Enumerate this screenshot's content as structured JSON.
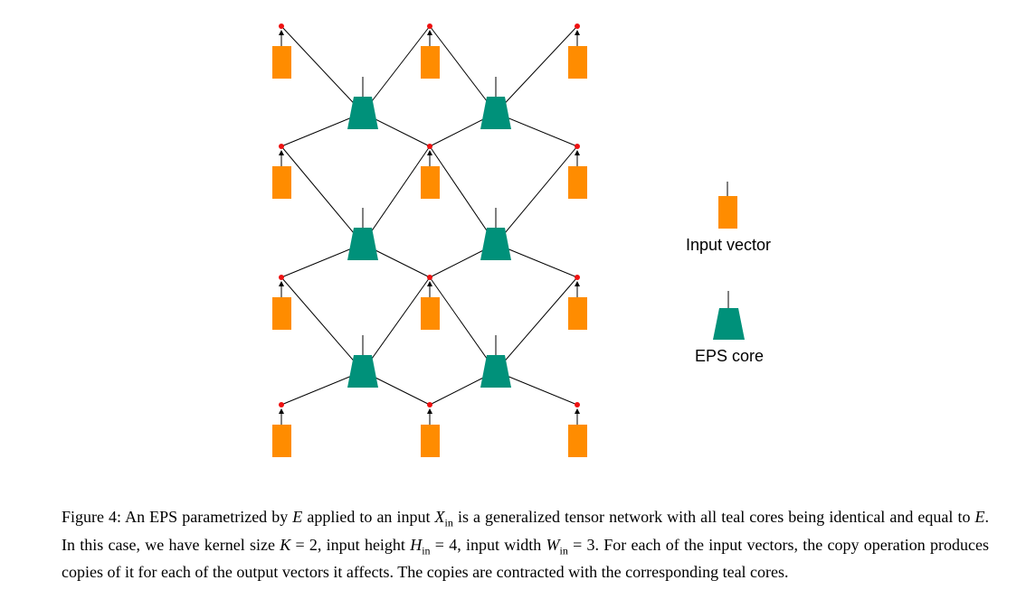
{
  "colors": {
    "input_vector": "#ff8c00",
    "eps_core": "#00917a",
    "copy_node": "#ee1111",
    "edge": "#000000"
  },
  "legend": {
    "input_vector_label": "Input vector",
    "eps_core_label": "EPS core"
  },
  "caption": {
    "figure_label": "Figure 4:",
    "line1": "An EPS parametrized by E applied to an input X",
    "text": "Figure 4: An EPS parametrized by E applied to an input X_in is a generalized tensor network with all teal cores being identical and equal to E. In this case, we have kernel size K = 2, input height H_in = 4, input width W_in = 3. For each of the input vectors, the copy operation produces copies of it for each of the output vectors it affects. The copies are contracted with the corresponding teal cores."
  }
}
